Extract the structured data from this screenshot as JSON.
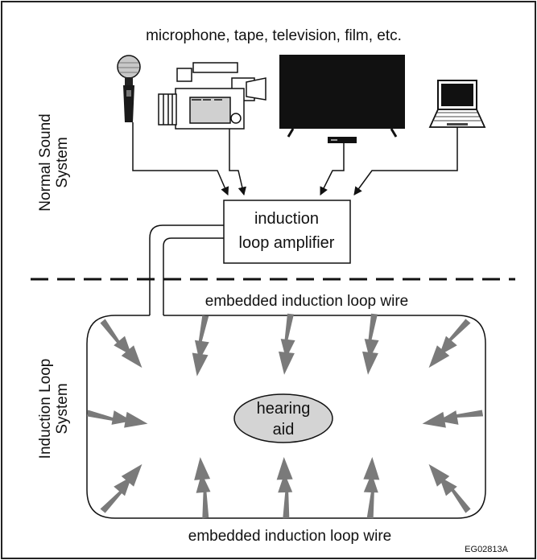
{
  "sources_caption": "microphone, tape, television, film, etc.",
  "normal_section": {
    "line1": "Normal Sound",
    "line2": "System"
  },
  "loop_section": {
    "line1": "Induction Loop",
    "line2": "System"
  },
  "amplifier": {
    "line1": "induction",
    "line2": "loop amplifier"
  },
  "loop_wire_top": "embedded induction loop wire",
  "loop_wire_bottom": "embedded induction loop wire",
  "hearing_aid": {
    "line1": "hearing",
    "line2": "aid"
  },
  "figure_code": "EG02813A",
  "devices": [
    {
      "name": "microphone",
      "icon": "microphone-icon"
    },
    {
      "name": "video camera",
      "icon": "video-camera-icon"
    },
    {
      "name": "television",
      "icon": "television-icon"
    },
    {
      "name": "laptop",
      "icon": "laptop-icon"
    }
  ],
  "colors": {
    "ink": "#111111",
    "bolt": "#7a7a7a",
    "hearing_aid_fill": "#d4d4d4",
    "frame": "#222222"
  }
}
